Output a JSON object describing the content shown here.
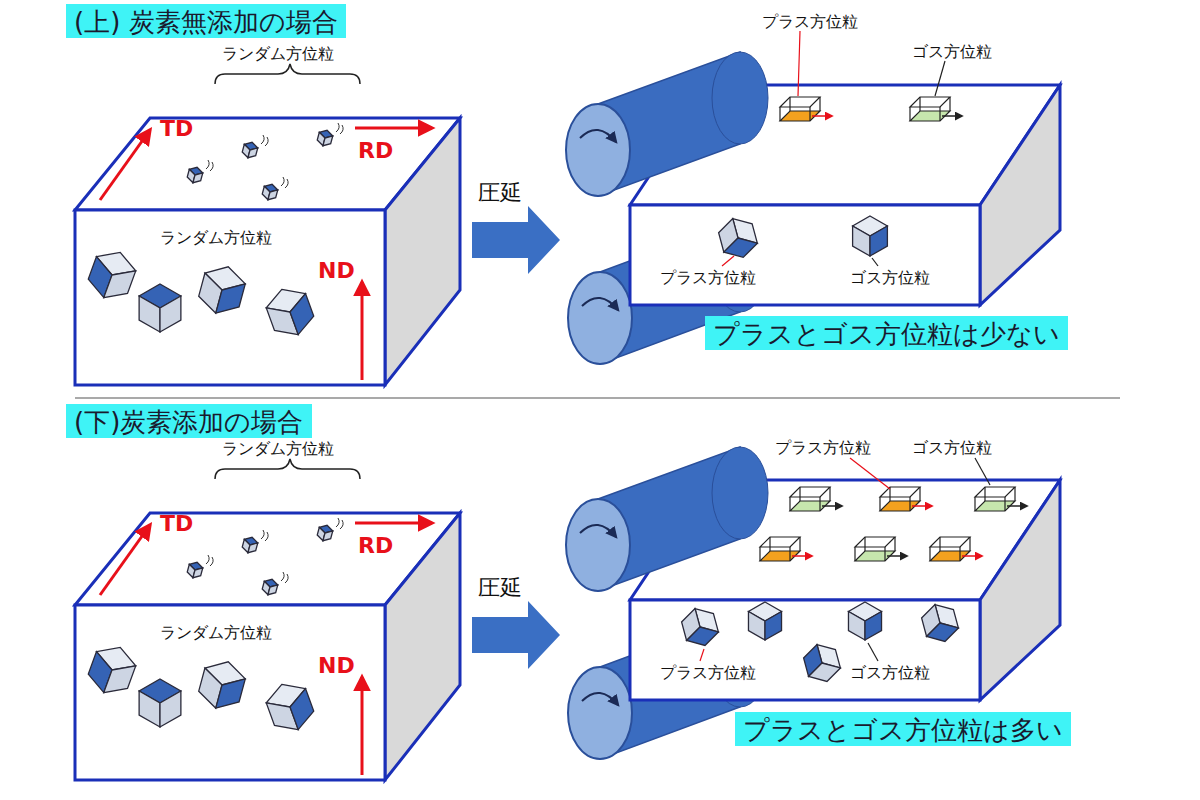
{
  "diagram": {
    "nodes": [
      {
        "text": [
          "(上) 炭素無添加の場合"
        ]
      },
      {
        "text": [
          "プラスとゴス方位粒は少ない"
        ]
      },
      {
        "text": [
          "(下)炭素添加の場合"
        ]
      },
      {
        "text": [
          "プラスとゴス方位粒は多い"
        ]
      }
    ],
    "labels": [
      "ランダム方位粒",
      "TD",
      "RD",
      "ランダム方位粒",
      "ND",
      "圧延",
      "プラス方位粒",
      "ゴス方位粒",
      "プラス方位粒",
      "ゴス方位粒",
      "ランダム方位粒",
      "TD",
      "RD",
      "ランダム方位粒",
      "ND",
      "圧延",
      "プラス方位粒",
      "ゴス方位粒",
      "プラス方位粒",
      "ゴス方位粒"
    ]
  }
}
